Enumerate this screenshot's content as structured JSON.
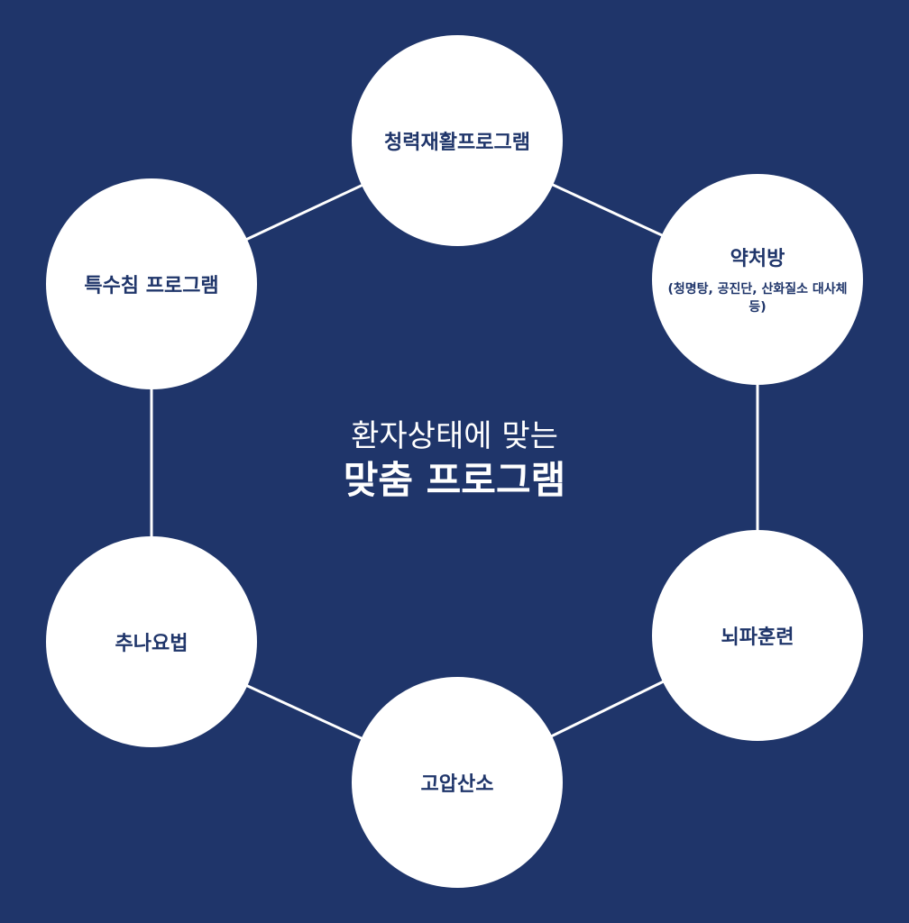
{
  "center": {
    "line1": "환자상태에 맞는",
    "line2": "맞춤 프로그램"
  },
  "nodes": [
    {
      "title": "청력재활프로그램"
    },
    {
      "title": "약처방",
      "subtitle": "(청명탕, 공진단, 산화질소 대사체 등)"
    },
    {
      "title": "뇌파훈련"
    },
    {
      "title": "고압산소"
    },
    {
      "title": "추나요법"
    },
    {
      "title": "특수침 프로그램"
    }
  ],
  "colors": {
    "background": "#1f356a",
    "circle": "#ffffff",
    "text": "#1f356a"
  }
}
